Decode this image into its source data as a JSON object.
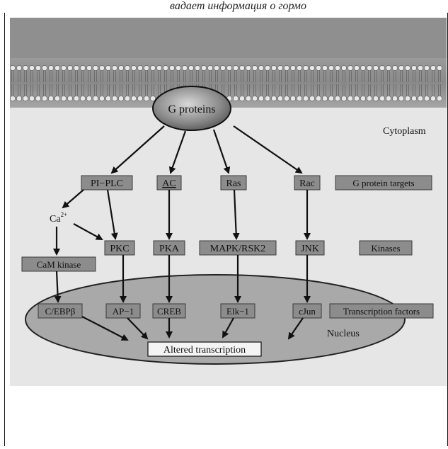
{
  "header": {
    "text": "вадает информация о гормо"
  },
  "diagram": {
    "g_protein": "G proteins",
    "cytoplasm": "Cytoplasm",
    "nucleus": "Nucleus",
    "targets": {
      "pi_plc": "PI−PLC",
      "ac": "AC",
      "ras": "Ras",
      "rac": "Rac",
      "label": "G protein targets"
    },
    "ca": "Ca",
    "ca_sup": "2+",
    "kinases": {
      "cam": "CaM kinase",
      "pkc": "PKC",
      "pka": "PKA",
      "mapk": "MAPK/RSK2",
      "jnk": "JNK",
      "label": "Kinases"
    },
    "tf": {
      "cebp": "C/EBPβ",
      "ap1": "AP−1",
      "creb": "CREB",
      "elk": "Elk−1",
      "cjun": "cJun",
      "label": "Transcription factors"
    },
    "output": "Altered transcription"
  }
}
